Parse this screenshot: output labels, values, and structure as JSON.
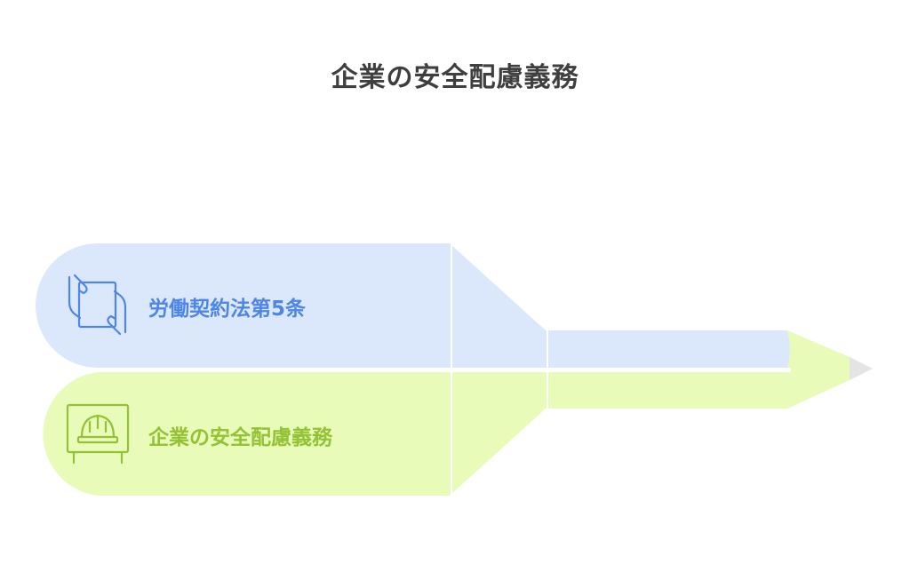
{
  "title": "企業の安全配慮義務",
  "rows": [
    {
      "label": "労働契約法第5条",
      "icon": "hands-document-icon",
      "fill": "#dbe8fb",
      "accent": "#4d86e6"
    },
    {
      "label": "企業の安全配慮義務",
      "icon": "hard-hat-sign-icon",
      "fill": "#e8fbb9",
      "accent": "#93c234"
    }
  ],
  "colors": {
    "title": "#3f3f3f",
    "tip_lead": "#e4e4e4",
    "divider": "#ffffff"
  }
}
